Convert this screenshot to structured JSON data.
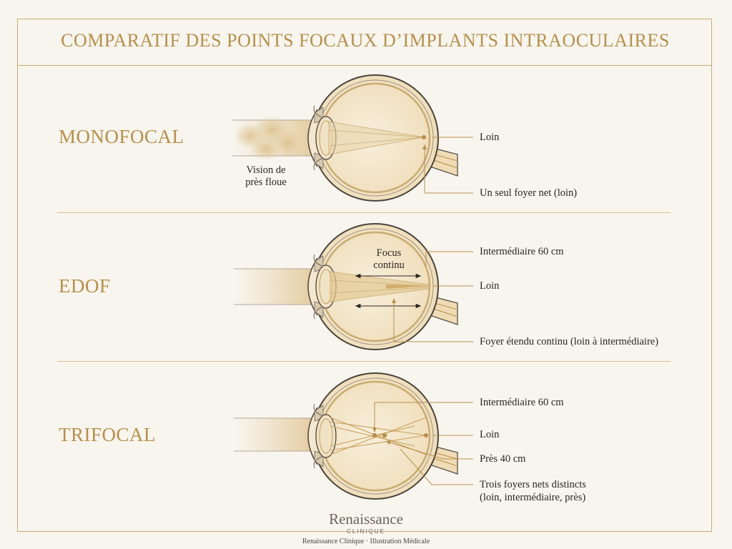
{
  "title": "COMPARATIF DES POINTS FOCAUX D’IMPLANTS INTRAOCULAIRES",
  "colors": {
    "gold": "#b78f4c",
    "rule": "#c9ab74",
    "ink": "#2b2521",
    "eye_fill": "#f5e9cf",
    "eye_stroke": "#4a433d"
  },
  "rows": [
    {
      "name": "MONOFOCAL",
      "note_line1": "Vision de",
      "note_line2": "près floue",
      "labels": [
        "Loin",
        "Un seul foyer net (loin)"
      ]
    },
    {
      "name": "EDOF",
      "note_line1": "Focus",
      "note_line2": "continu",
      "labels": [
        "Intermédiaire 60 cm",
        "Loin",
        "Foyer étendu continu (loin à intermédiaire)"
      ]
    },
    {
      "name": "TRIFOCAL",
      "labels": [
        "Intermédiaire 60 cm",
        "Loin",
        "Près 40 cm",
        "Trois foyers nets distincts",
        "(loin, intermédiaire, près)"
      ]
    }
  ],
  "footer": {
    "brand": "Renaissance",
    "brand_sub": "CLINIQUE",
    "credit": "Renaissance Clinique · Illustration Médicale"
  }
}
